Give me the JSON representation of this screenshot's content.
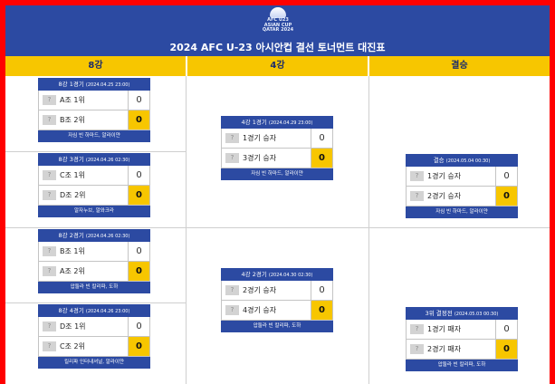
{
  "header": {
    "logo_lines": [
      "AFC U23",
      "ASIAN CUP",
      "QATAR 2024"
    ],
    "title": "2024 AFC U-23 아시안컵 결선 토너먼트 대진표"
  },
  "columns": [
    "8강",
    "4강",
    "결승"
  ],
  "matches": [
    {
      "title": "8강 1경기",
      "date": "(2024.04.25 23:00)",
      "teams": [
        {
          "flag": "?",
          "name": "A조 1위",
          "score": "0",
          "win": false
        },
        {
          "flag": "?",
          "name": "B조 2위",
          "score": "0",
          "win": true
        }
      ],
      "venue": "자심 빈 하마드, 알라이얀"
    },
    {
      "title": "8강 3경기",
      "date": "(2024.04.26 02:30)",
      "teams": [
        {
          "flag": "?",
          "name": "C조 1위",
          "score": "0",
          "win": false
        },
        {
          "flag": "?",
          "name": "D조 2위",
          "score": "0",
          "win": true
        }
      ],
      "venue": "알자누브, 알와크라"
    },
    {
      "title": "8강 2경기",
      "date": "(2024.04.26 02:30)",
      "teams": [
        {
          "flag": "?",
          "name": "B조 1위",
          "score": "0",
          "win": false
        },
        {
          "flag": "?",
          "name": "A조 2위",
          "score": "0",
          "win": true
        }
      ],
      "venue": "압둘라 빈 칼리파, 도하"
    },
    {
      "title": "8강 4경기",
      "date": "(2024.04.26 23:00)",
      "teams": [
        {
          "flag": "?",
          "name": "D조 1위",
          "score": "0",
          "win": false
        },
        {
          "flag": "?",
          "name": "C조 2위",
          "score": "0",
          "win": true
        }
      ],
      "venue": "킬리파 인터내셔널, 알라이얀"
    },
    {
      "title": "4강 1경기",
      "date": "(2024.04.29 23:00)",
      "teams": [
        {
          "flag": "?",
          "name": "1경기 승자",
          "score": "0",
          "win": false
        },
        {
          "flag": "?",
          "name": "3경기 승자",
          "score": "0",
          "win": true
        }
      ],
      "venue": "자심 빈 하마드, 알라이얀"
    },
    {
      "title": "4강 2경기",
      "date": "(2024.04.30 02:30)",
      "teams": [
        {
          "flag": "?",
          "name": "2경기 승자",
          "score": "0",
          "win": false
        },
        {
          "flag": "?",
          "name": "4경기 승자",
          "score": "0",
          "win": true
        }
      ],
      "venue": "압둘라 빈 칼리파, 도하"
    },
    {
      "title": "결승",
      "date": "(2024.05.04 00:30)",
      "teams": [
        {
          "flag": "?",
          "name": "1경기 승자",
          "score": "0",
          "win": false
        },
        {
          "flag": "?",
          "name": "2경기 승자",
          "score": "0",
          "win": true
        }
      ],
      "venue": "자심 빈 하마드, 알라이얀"
    },
    {
      "title": "3위 결정전",
      "date": "(2024.05.03 00:30)",
      "teams": [
        {
          "flag": "?",
          "name": "1경기 패자",
          "score": "0",
          "win": false
        },
        {
          "flag": "?",
          "name": "2경기 패자",
          "score": "0",
          "win": true
        }
      ],
      "venue": "압둘라 빈 칼리파, 도하"
    }
  ]
}
